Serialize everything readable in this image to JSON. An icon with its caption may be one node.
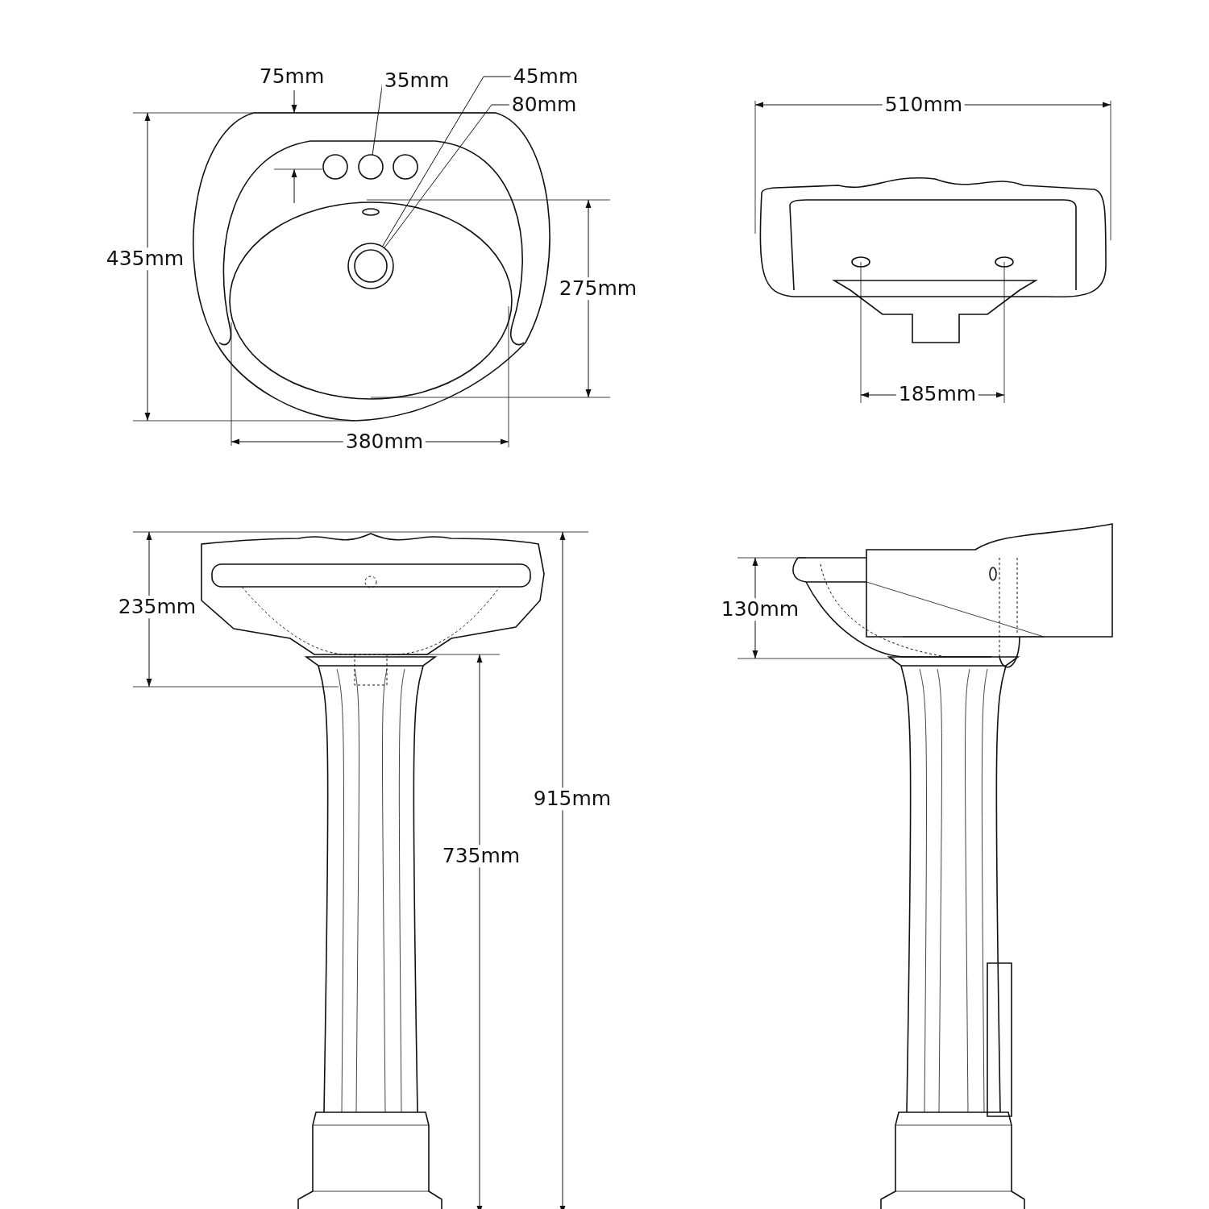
{
  "diagram": {
    "nodes": [
      {
        "text": [
          "35mm"
        ]
      },
      {
        "text": [
          "45mm"
        ]
      },
      {
        "text": [
          "80mm"
        ]
      },
      {
        "text": [],
        "shape": "circle"
      },
      {
        "text": [],
        "shape": "circle"
      }
    ],
    "edges": [
      {
        "from": 0,
        "to": 3,
        "arrow": "none"
      },
      {
        "from": 1,
        "to": 4,
        "arrow": "none"
      },
      {
        "from": 2,
        "to": 4,
        "arrow": "none"
      }
    ],
    "labels": [
      "75mm",
      "510mm",
      "435mm",
      "275mm",
      "185mm",
      "380mm",
      "235mm",
      "130mm",
      "915mm",
      "735mm"
    ]
  }
}
